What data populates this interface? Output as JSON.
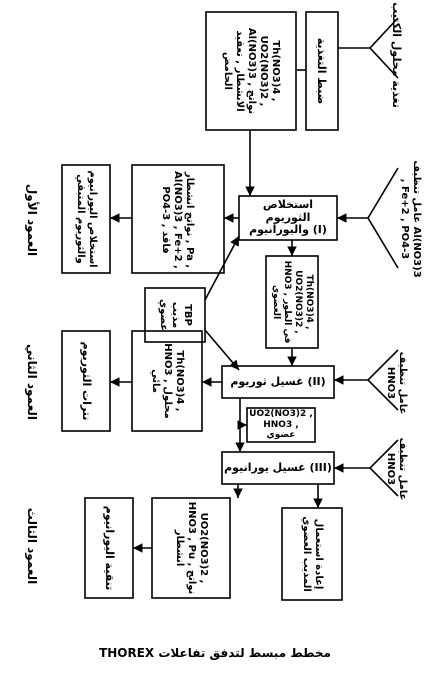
{
  "diagram": {
    "caption": "مخطط مبسط لتدفق تفاعلات THOREX",
    "inputs": {
      "feed": "تغذية محلول الكتيب",
      "scrub1": "عامل تنظيف Al(NO3)3 , Fe+2 , PO4-3",
      "scrub2": "عامل تنظيف HNO3",
      "scrub3": "عامل تنظيف HNO3"
    },
    "boxes": {
      "feed_adjust": "ضبط التغذية",
      "feed_content": "Th(NO3)4 , UO2(NO3)2 , Al(NO3)3 , نواتج الانشطار , تعقيد الحامض",
      "extraction": "استخلاص الثوريوم واليورانيوم (I)",
      "raffinate1": "نواتج انشطار , Pa , Al(NO3)3 , Fe+2 , PO4-3 , فاقد",
      "waste1": "استخلاص اليورانيوم والثوريوم المتبقي",
      "organic1": "Th(NO3)4 , UO2(NO3)2 , HNO3 , في الطور العضوي",
      "tbp": "TBP مذيب عضوي",
      "thorium_strip": "غسيل ثوريوم (II)",
      "thorium_product": "Th(NO3)4 , HNO3 , محلول مائي",
      "thorium_final": "نترات الثوريوم",
      "organic2": "UO2(NO3)2 , HNO3 , عضوي",
      "uranium_strip": "غسيل يورانيوم (III)",
      "uranium_product": "UO2(NO3)2 , HNO3 , Pu , نواتج انشطار",
      "uranium_final": "تنقية اليورانيوم",
      "solvent_recycle": "إعادة استعمال المذيب العضوي"
    },
    "cycles": {
      "first": "العمود الأول",
      "second": "العمود الثاني",
      "third": "العمود الثالث"
    }
  }
}
